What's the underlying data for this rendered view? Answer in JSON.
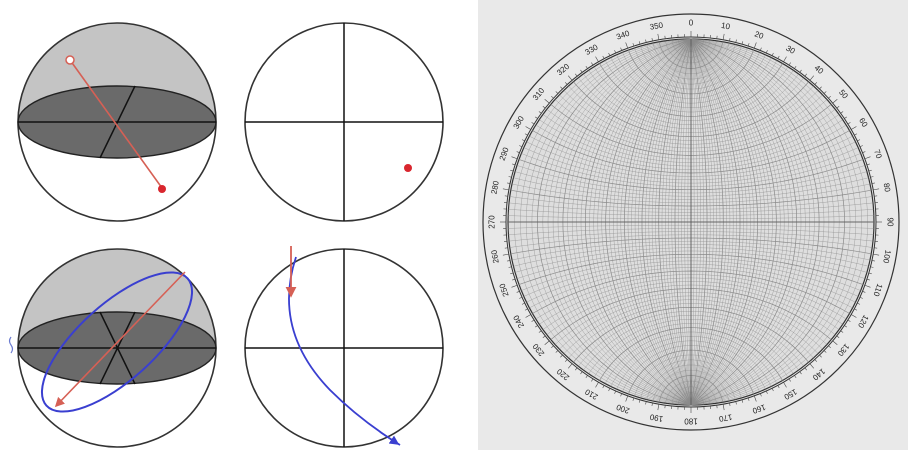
{
  "colors": {
    "hemisphere_shade": "#c4c4c4",
    "plane_fill": "#6a6a6a",
    "outline": "#333333",
    "pole_red": "#d9262e",
    "line_red": "#d66055",
    "great_circle_blue": "#3a3fd0",
    "net_paper": "#e9e9e9",
    "net_grid": "#8a8a8a"
  },
  "figures": {
    "top_left": "hemisphere-with-pole-line",
    "top_right": "projection-of-pole",
    "bottom_left": "hemisphere-with-great-circle",
    "bottom_right": "projection-of-great-circle"
  },
  "stereonet": {
    "net_type": "wulff-net",
    "outer_ring_labels": [
      {
        "text": "0",
        "angle": 0
      },
      {
        "text": "10",
        "angle": 10
      },
      {
        "text": "20",
        "angle": 20
      },
      {
        "text": "30",
        "angle": 30
      },
      {
        "text": "40",
        "angle": 40
      },
      {
        "text": "50",
        "angle": 50
      },
      {
        "text": "60",
        "angle": 60
      },
      {
        "text": "70",
        "angle": 70
      },
      {
        "text": "80",
        "angle": 80
      },
      {
        "text": "90",
        "angle": 90
      },
      {
        "text": "100",
        "angle": 100
      },
      {
        "text": "110",
        "angle": 110
      },
      {
        "text": "120",
        "angle": 120
      },
      {
        "text": "130",
        "angle": 130
      },
      {
        "text": "140",
        "angle": 140
      },
      {
        "text": "150",
        "angle": 150
      },
      {
        "text": "160",
        "angle": 160
      },
      {
        "text": "170",
        "angle": 170
      },
      {
        "text": "180",
        "angle": 180
      },
      {
        "text": "190",
        "angle": 190
      },
      {
        "text": "200",
        "angle": 200
      },
      {
        "text": "210",
        "angle": 210
      },
      {
        "text": "220",
        "angle": 220
      },
      {
        "text": "230",
        "angle": 230
      },
      {
        "text": "240",
        "angle": 240
      },
      {
        "text": "250",
        "angle": 250
      },
      {
        "text": "260",
        "angle": 260
      },
      {
        "text": "270",
        "angle": 270
      },
      {
        "text": "280",
        "angle": 280
      },
      {
        "text": "290",
        "angle": 290
      },
      {
        "text": "300",
        "angle": 300
      },
      {
        "text": "310",
        "angle": 310
      },
      {
        "text": "320",
        "angle": 320
      },
      {
        "text": "330",
        "angle": 330
      },
      {
        "text": "340",
        "angle": 340
      },
      {
        "text": "350",
        "angle": 350
      }
    ]
  }
}
